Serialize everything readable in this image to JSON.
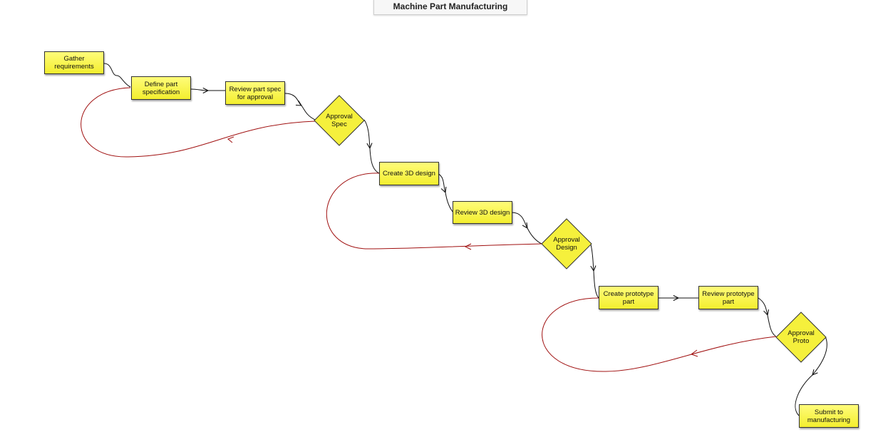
{
  "title": "Machine Part Manufacturing",
  "colors": {
    "node_fill": "#f7f24a",
    "node_border": "#333333",
    "flow_arrow": "#111111",
    "reject_arrow": "#a01010"
  },
  "nodes": {
    "gather": "Gather\nrequirements",
    "define": "Define part\nspecification",
    "review_spec": "Review part spec\nfor approval",
    "approval_spec": "Approval\nSpec",
    "create_3d": "Create 3D design",
    "review_3d": "Review 3D design",
    "approval_design": "Approval\nDesign",
    "create_proto": "Create prototype\npart",
    "review_proto": "Review prototype\npart",
    "approval_proto": "Approval\nProto",
    "submit": "Submit to\nmanufacturing"
  }
}
